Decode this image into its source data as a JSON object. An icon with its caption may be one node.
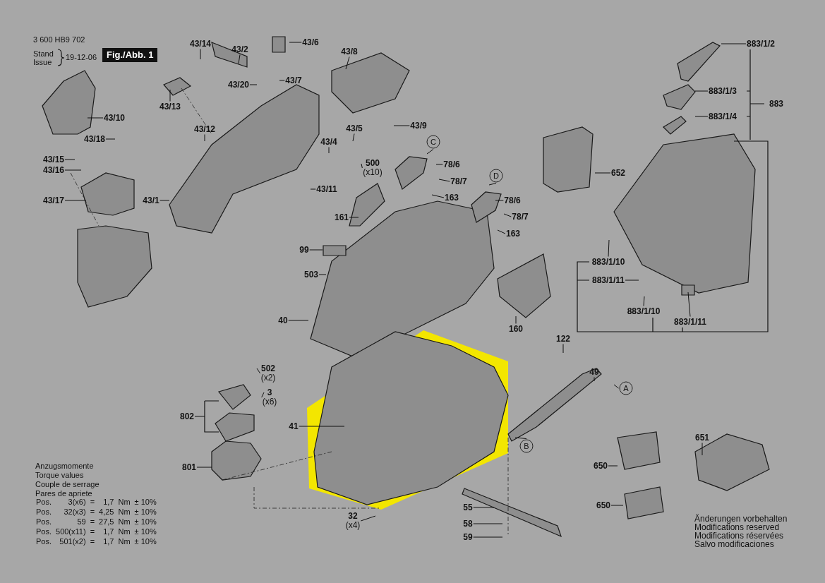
{
  "diagram": {
    "nodes": [
      {
        "text": [
          "43/14"
        ]
      },
      {
        "text": [
          "43/2"
        ]
      },
      {
        "text": [
          "43/6"
        ]
      },
      {
        "text": [
          "43/7"
        ]
      },
      {
        "text": [
          "43/8"
        ]
      },
      {
        "text": [
          "43/10"
        ]
      },
      {
        "text": [
          "43/18"
        ]
      },
      {
        "text": [
          "43/20"
        ]
      },
      {
        "text": [
          "43/13"
        ]
      },
      {
        "text": [
          "43/12"
        ]
      },
      {
        "text": [
          "43/9"
        ]
      },
      {
        "text": [
          "43/5"
        ]
      },
      {
        "text": [
          "43/4"
        ]
      },
      {
        "text": [
          "43/15"
        ]
      },
      {
        "text": [
          "43/16"
        ]
      },
      {
        "text": [
          "500",
          "(x10)"
        ]
      },
      {
        "text": [
          "43/17"
        ]
      },
      {
        "text": [
          "43/1"
        ]
      },
      {
        "text": [
          "43/11"
        ]
      },
      {
        "text": [
          "C"
        ]
      },
      {
        "text": [
          "78/6"
        ]
      },
      {
        "text": [
          "78/7"
        ]
      },
      {
        "text": [
          "163"
        ]
      },
      {
        "text": [
          "D"
        ]
      },
      {
        "text": [
          "78/6"
        ]
      },
      {
        "text": [
          "78/7"
        ]
      },
      {
        "text": [
          "163"
        ]
      },
      {
        "text": [
          "161"
        ]
      },
      {
        "text": [
          "99"
        ]
      },
      {
        "text": [
          "503"
        ]
      },
      {
        "text": [
          "40"
        ]
      },
      {
        "text": [
          "160"
        ]
      },
      {
        "text": [
          "652"
        ]
      },
      {
        "text": [
          "883/1/2"
        ]
      },
      {
        "text": [
          "883/1/3"
        ]
      },
      {
        "text": [
          "883/1/4"
        ]
      },
      {
        "text": [
          "883"
        ]
      },
      {
        "text": [
          "883/1/10"
        ]
      },
      {
        "text": [
          "883/1/11"
        ]
      },
      {
        "text": [
          "883/1/10"
        ]
      },
      {
        "text": [
          "883/1/11"
        ]
      },
      {
        "text": [
          "122"
        ]
      },
      {
        "text": [
          "49"
        ]
      },
      {
        "text": [
          "A"
        ]
      },
      {
        "text": [
          "B"
        ]
      },
      {
        "text": [
          "41"
        ]
      },
      {
        "text": [
          "502",
          "(x2)"
        ]
      },
      {
        "text": [
          "3",
          "(x6)"
        ]
      },
      {
        "text": [
          "802"
        ]
      },
      {
        "text": [
          "801"
        ]
      },
      {
        "text": [
          "32",
          "(x4)"
        ]
      },
      {
        "text": [
          "55"
        ]
      },
      {
        "text": [
          "58"
        ]
      },
      {
        "text": [
          "59"
        ]
      },
      {
        "text": [
          "650"
        ]
      },
      {
        "text": [
          "650"
        ]
      },
      {
        "text": [
          "651"
        ]
      }
    ],
    "edges": [
      {
        "from": 0,
        "to": null,
        "arrow": "none"
      },
      {
        "from": 1,
        "to": null,
        "arrow": "none"
      },
      {
        "from": 2,
        "to": null,
        "arrow": "none"
      },
      {
        "from": 3,
        "to": null,
        "arrow": "none"
      },
      {
        "from": 4,
        "to": null,
        "arrow": "none"
      },
      {
        "from": 5,
        "to": null,
        "arrow": "none"
      },
      {
        "from": 6,
        "to": null,
        "arrow": "none"
      },
      {
        "from": 7,
        "to": null,
        "arrow": "none"
      },
      {
        "from": 8,
        "to": null,
        "arrow": "none"
      },
      {
        "from": 9,
        "to": null,
        "arrow": "none"
      },
      {
        "from": 10,
        "to": null,
        "arrow": "none"
      },
      {
        "from": 11,
        "to": null,
        "arrow": "none"
      },
      {
        "from": 12,
        "to": null,
        "arrow": "none"
      },
      {
        "from": 13,
        "to": null,
        "arrow": "none"
      },
      {
        "from": 14,
        "to": null,
        "arrow": "none"
      },
      {
        "from": 15,
        "to": null,
        "arrow": "none"
      },
      {
        "from": 16,
        "to": null,
        "arrow": "none"
      },
      {
        "from": 17,
        "to": null,
        "arrow": "none"
      },
      {
        "from": 18,
        "to": null,
        "arrow": "none"
      },
      {
        "from": 19,
        "to": null,
        "arrow": "none"
      },
      {
        "from": 20,
        "to": null,
        "arrow": "none"
      },
      {
        "from": 21,
        "to": null,
        "arrow": "none"
      },
      {
        "from": 22,
        "to": null,
        "arrow": "none"
      },
      {
        "from": 23,
        "to": null,
        "arrow": "none"
      },
      {
        "from": 24,
        "to": null,
        "arrow": "none"
      },
      {
        "from": 25,
        "to": null,
        "arrow": "none"
      },
      {
        "from": 26,
        "to": null,
        "arrow": "none"
      },
      {
        "from": 27,
        "to": null,
        "arrow": "none"
      },
      {
        "from": 28,
        "to": null,
        "arrow": "none"
      },
      {
        "from": 29,
        "to": null,
        "arrow": "none"
      },
      {
        "from": 30,
        "to": null,
        "arrow": "none"
      },
      {
        "from": 31,
        "to": null,
        "arrow": "none"
      },
      {
        "from": 32,
        "to": null,
        "arrow": "none"
      },
      {
        "from": 33,
        "to": null,
        "arrow": "none"
      },
      {
        "from": 34,
        "to": null,
        "arrow": "none"
      },
      {
        "from": 35,
        "to": null,
        "arrow": "none"
      },
      {
        "from": 37,
        "to": null,
        "arrow": "none"
      },
      {
        "from": 38,
        "to": null,
        "arrow": "none"
      },
      {
        "from": 39,
        "to": null,
        "arrow": "none"
      },
      {
        "from": 40,
        "to": null,
        "arrow": "none"
      },
      {
        "from": 41,
        "to": null,
        "arrow": "none"
      },
      {
        "from": 42,
        "to": null,
        "arrow": "none"
      },
      {
        "from": 43,
        "to": null,
        "arrow": "none"
      },
      {
        "from": 44,
        "to": null,
        "arrow": "none"
      },
      {
        "from": 45,
        "to": null,
        "arrow": "none"
      },
      {
        "from": 46,
        "to": null,
        "arrow": "none"
      },
      {
        "from": 47,
        "to": null,
        "arrow": "none"
      },
      {
        "from": 48,
        "to": null,
        "arrow": "none"
      },
      {
        "from": 49,
        "to": null,
        "arrow": "none"
      },
      {
        "from": 50,
        "to": null,
        "arrow": "none"
      },
      {
        "from": 51,
        "to": null,
        "arrow": "none"
      },
      {
        "from": 52,
        "to": null,
        "arrow": "none"
      },
      {
        "from": 53,
        "to": null,
        "arrow": "none"
      },
      {
        "from": 54,
        "to": null,
        "arrow": "none"
      },
      {
        "from": 55,
        "to": null,
        "arrow": "none"
      },
      {
        "from": 56,
        "to": null,
        "arrow": "none"
      }
    ],
    "labels": [
      "3 600 HB9 702",
      "Stand",
      "Issue",
      "19-12-06",
      "Fig./Abb. 1",
      "Anzugsmomente",
      "Torque values",
      "Couple de serrage",
      "Pares de apriete",
      "Pos.",
      "3(x6)",
      "=",
      "1,7",
      "Nm",
      "± 10%",
      "Pos.",
      "32(x3)",
      "=",
      "4,25",
      "Nm",
      "± 10%",
      "Pos.",
      "59",
      "=",
      "27,5",
      "Nm",
      "± 10%",
      "Pos.",
      "500(x11)",
      "=",
      "1,7",
      "Nm",
      "± 10%",
      "Pos.",
      "501(x2)",
      "=",
      "1,7",
      "Nm",
      "± 10%",
      "Änderungen vorbehalten",
      "Modifications reserved",
      "Modifications réservées",
      "Salvo modificaciones"
    ]
  }
}
